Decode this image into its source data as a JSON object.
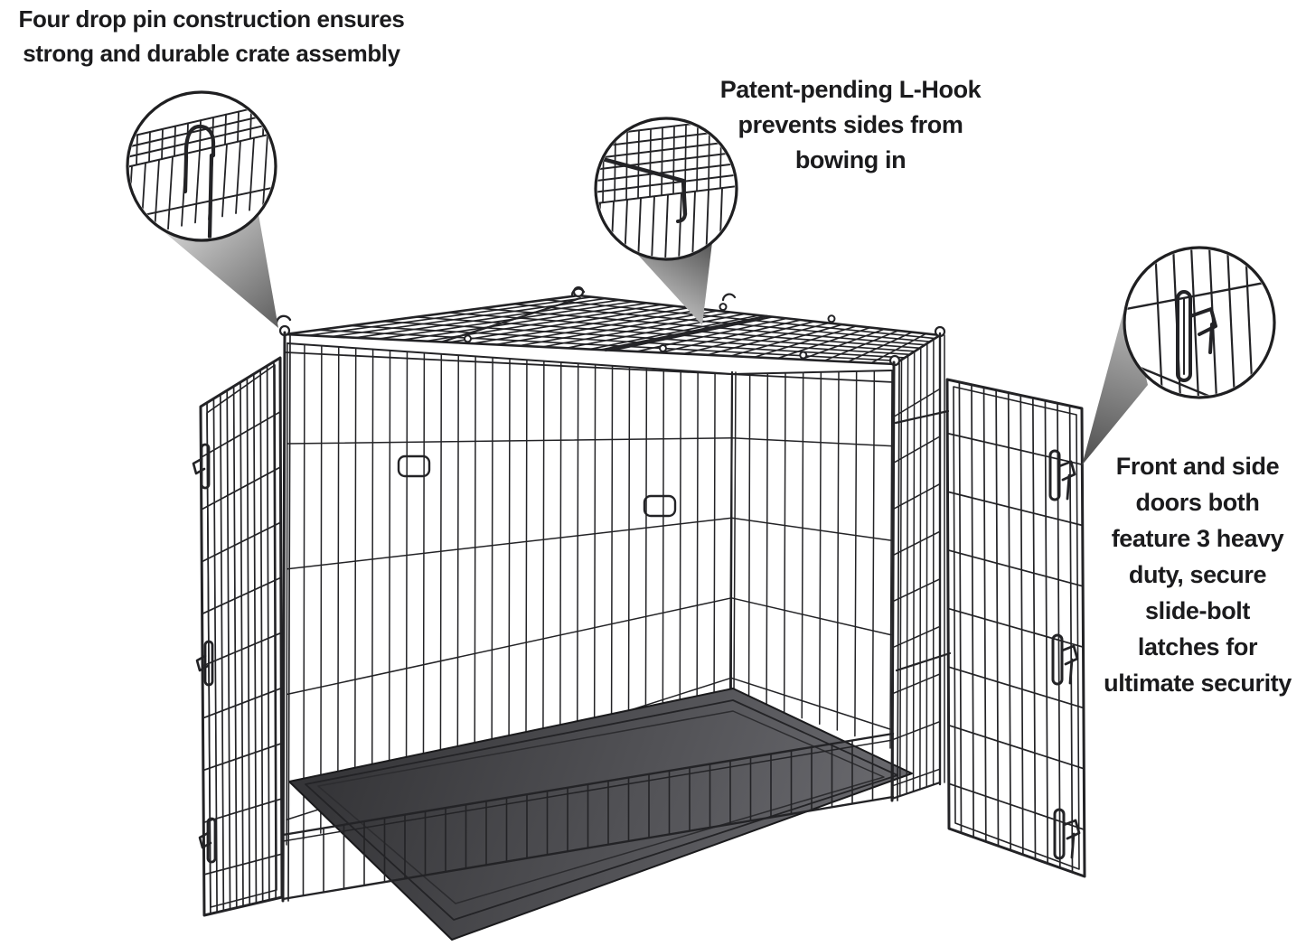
{
  "figure": {
    "subject": "Double-door folding wire dog crate with removable pan, annotated with three magnified feature callouts"
  },
  "callouts": [
    {
      "id": "drop-pin",
      "icon": "drop-pin-detail-icon",
      "text": "Four drop pin construction ensures\nstrong and durable crate assembly"
    },
    {
      "id": "l-hook",
      "icon": "l-hook-detail-icon",
      "text": "Patent-pending L-Hook\nprevents sides from\nbowing in"
    },
    {
      "id": "slide-bolt",
      "icon": "slide-bolt-latch-detail-icon",
      "text": "Front and side\ndoors both\nfeature 3 heavy\nduty, secure\nslide-bolt\nlatches for\nultimate security"
    }
  ],
  "colors": {
    "background": "#ffffff",
    "wire": "#232326",
    "wire_dark": "#1a1a1c",
    "text": "#1b1b1d",
    "pan_dark": "#353538",
    "pan_mid": "#4a4a4e",
    "pan_light": "#6e6e73",
    "cone_light": "#d6d6d6",
    "cone_dark": "#4d4d4d",
    "circle_stroke": "#1f1f21"
  }
}
